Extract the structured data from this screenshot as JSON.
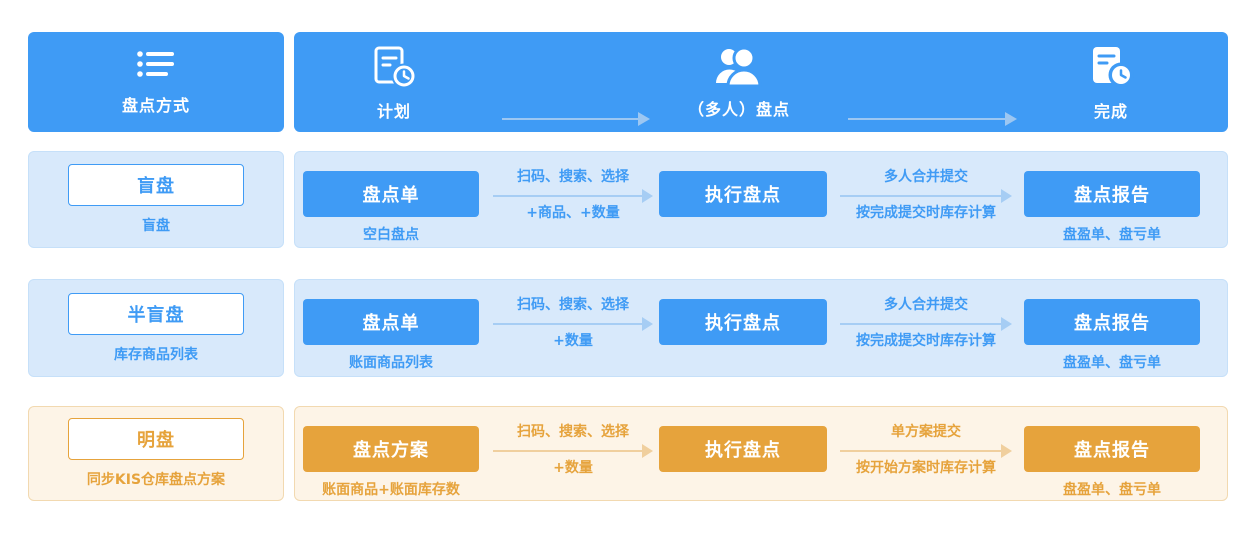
{
  "palette": {
    "blue": "#3F9BF5",
    "blue_bg": "#D8E9FB",
    "blue_border": "#C6E0F9",
    "blue_arrow": "#A6CDF4",
    "header_arrow": "#9CC7F2",
    "orange": "#E6A33C",
    "orange_bg": "#FDF4E7",
    "orange_border": "#F2D9B0",
    "orange_arrow": "#F0CF9E"
  },
  "header": {
    "method": {
      "label": "盘点方式",
      "icon": "list-icon"
    },
    "steps": [
      {
        "label": "计划",
        "icon": "plan-doc-clock-icon"
      },
      {
        "label": "（多人）盘点",
        "icon": "multi-user-icon"
      },
      {
        "label": "完成",
        "icon": "finish-doc-clock-icon"
      }
    ]
  },
  "rows": [
    {
      "theme": "blue",
      "method": {
        "title": "盲盘",
        "subtitle": "盲盘"
      },
      "stage1": {
        "label": "盘点单",
        "sublabel": "空白盘点"
      },
      "arrow1": {
        "top": "扫码、搜索、选择",
        "bottom": "+商品、+数量"
      },
      "stage2": {
        "label": "执行盘点"
      },
      "arrow2": {
        "top": "多人合并提交",
        "bottom": "按完成提交时库存计算"
      },
      "stage3": {
        "label": "盘点报告",
        "sublabel": "盘盈单、盘亏单"
      }
    },
    {
      "theme": "blue",
      "method": {
        "title": "半盲盘",
        "subtitle": "库存商品列表"
      },
      "stage1": {
        "label": "盘点单",
        "sublabel": "账面商品列表"
      },
      "arrow1": {
        "top": "扫码、搜索、选择",
        "bottom": "+数量"
      },
      "stage2": {
        "label": "执行盘点"
      },
      "arrow2": {
        "top": "多人合并提交",
        "bottom": "按完成提交时库存计算"
      },
      "stage3": {
        "label": "盘点报告",
        "sublabel": "盘盈单、盘亏单"
      }
    },
    {
      "theme": "orange",
      "method": {
        "title": "明盘",
        "subtitle": "同步KIS仓库盘点方案"
      },
      "stage1": {
        "label": "盘点方案",
        "sublabel": "账面商品+账面库存数"
      },
      "arrow1": {
        "top": "扫码、搜索、选择",
        "bottom": "+数量"
      },
      "stage2": {
        "label": "执行盘点"
      },
      "arrow2": {
        "top": "单方案提交",
        "bottom": "按开始方案时库存计算"
      },
      "stage3": {
        "label": "盘点报告",
        "sublabel": "盘盈单、盘亏单"
      }
    }
  ]
}
